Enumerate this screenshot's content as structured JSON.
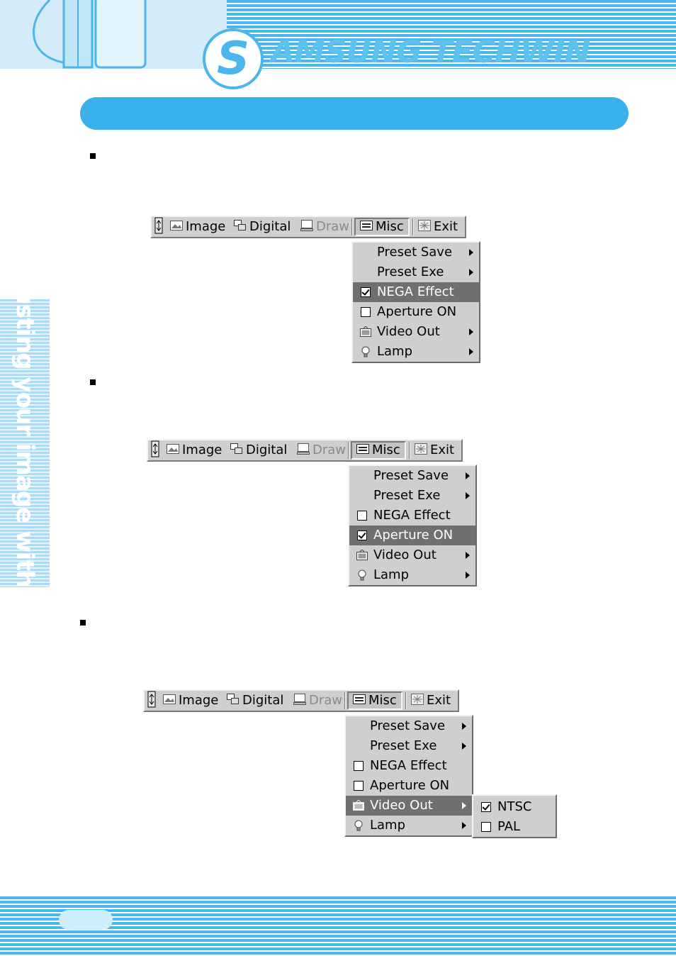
{
  "header": {
    "logo_letter": "S",
    "brand_text": "AMSUNG TECHWIN"
  },
  "side_tab": {
    "text": "Adjusting your image with GUI"
  },
  "menubar": {
    "image": "Image",
    "digital": "Digital",
    "draw": "Draw",
    "misc": "Misc",
    "exit": "Exit"
  },
  "menu_items": {
    "preset_save": "Preset Save",
    "preset_exe": "Preset Exe",
    "nega_effect": "NEGA Effect",
    "aperture_on": "Aperture ON",
    "video_out": "Video Out",
    "lamp": "Lamp"
  },
  "video_out_options": {
    "ntsc": "NTSC",
    "pal": "PAL"
  },
  "figures": [
    {
      "highlighted": "nega_effect",
      "nega_checked": true,
      "aperture_checked": false
    },
    {
      "highlighted": "aperture_on",
      "nega_checked": false,
      "aperture_checked": true
    },
    {
      "highlighted": "video_out",
      "nega_checked": false,
      "aperture_checked": false,
      "ntsc_checked": true,
      "pal_checked": false
    }
  ]
}
